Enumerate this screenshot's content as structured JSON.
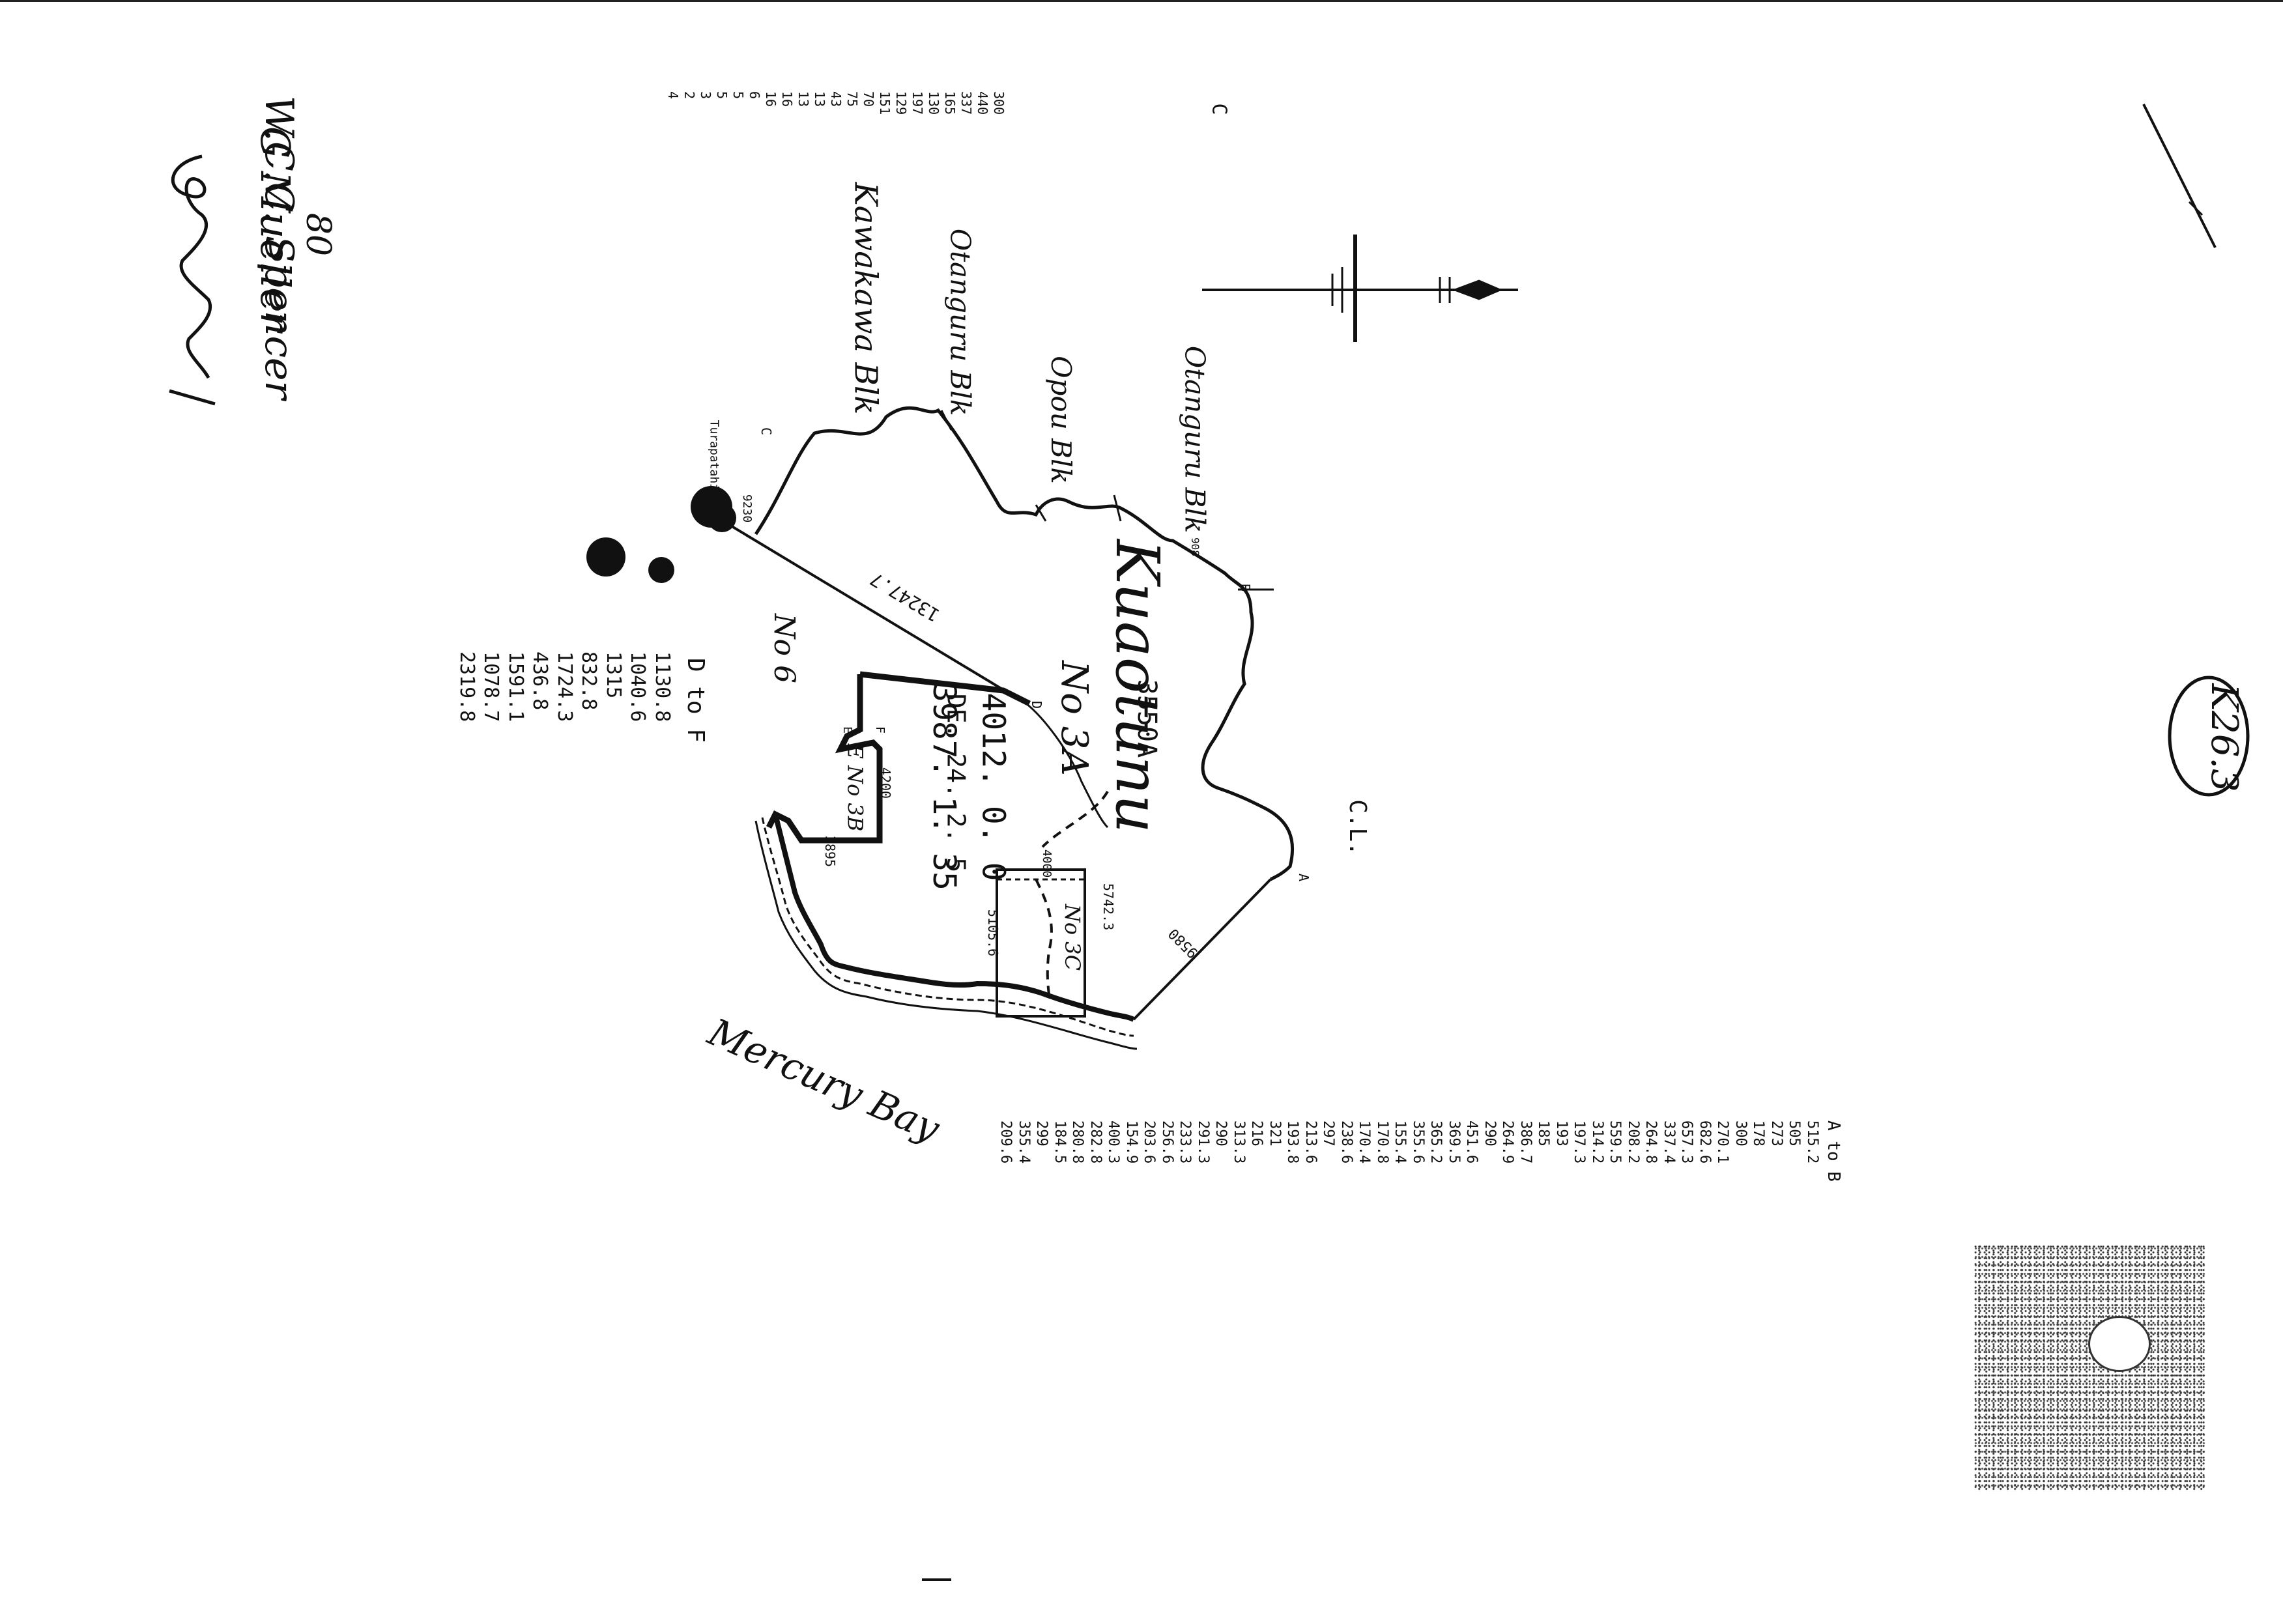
{
  "map": {
    "reference": "K26.3",
    "block_name": "Kuaotunu",
    "block_number": "No 3A",
    "area_label": "3550A",
    "area_lines": [
      "4012. 0. 0",
      "DE. 24. 2. 5",
      "3987. 1. 35"
    ],
    "neighbor_blocks": [
      "Kawakawa Blk",
      "Otanguru Blk",
      "Opou Blk",
      "Otanguru Blk"
    ],
    "parcels": [
      "No 6",
      "E No 3B",
      "No 3C"
    ],
    "water_label": "Mercury Bay",
    "marks": [
      "C",
      "C.L.",
      "A",
      "B",
      "C",
      "D",
      "E",
      "F"
    ],
    "boundary_lengths": [
      "13247.7",
      "9230",
      "5742.3",
      "5105.6",
      "4200",
      "3895",
      "4000",
      "9580",
      "908"
    ],
    "stream_label": "Turapatahi Str"
  },
  "signatures": {
    "number": "80",
    "surveyor": "G Mueller",
    "checked": "W.C.C. Spencer"
  },
  "traverse_a_to_b": {
    "title": "A to B",
    "values": [
      "515.2",
      "505",
      "273",
      "178",
      "300",
      "270.1",
      "682.6",
      "657.3",
      "337.4",
      "264.8",
      "208.2",
      "559.5",
      "314.2",
      "197.3",
      "193",
      "185",
      "386.7",
      "264.9",
      "290",
      "451.6",
      "369.5",
      "365.2",
      "355.6",
      "155.4",
      "170.8",
      "170.4",
      "238.6",
      "297",
      "213.6",
      "193.8",
      "321",
      "216",
      "313.3",
      "290",
      "291.3",
      "233.3",
      "256.6",
      "203.6",
      "154.9",
      "400.3",
      "282.8",
      "280.8",
      "184.5",
      "299",
      "355.4",
      "209.6"
    ]
  },
  "traverse_d_to_f": {
    "title": "D to F",
    "values": [
      "1130.8",
      "1040.6",
      "1315",
      "832.8",
      "1724.3",
      "436.8",
      "1591.1",
      "1078.7",
      "2319.8"
    ]
  },
  "traverse_c_top": {
    "values": [
      "300",
      "440",
      "337",
      "165",
      "130",
      "197",
      "129",
      "151",
      "70",
      "75",
      "43",
      "13",
      "13",
      "16",
      "16",
      "6",
      "5",
      "5",
      "3",
      "2",
      "4"
    ]
  }
}
